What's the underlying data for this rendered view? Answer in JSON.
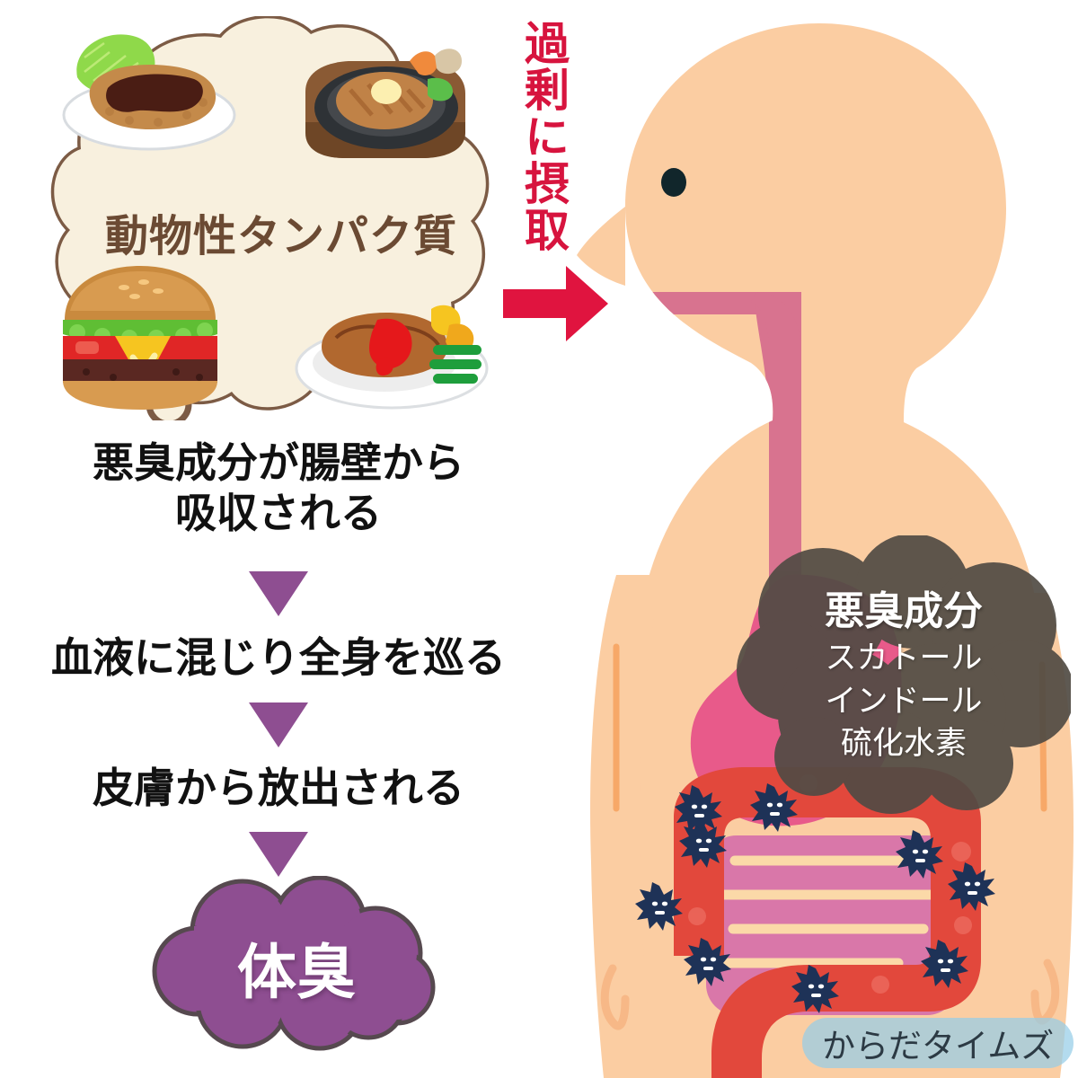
{
  "food_bubble": {
    "label": "動物性タンパク質",
    "bubble_color": "#F8F0DE",
    "outline_color": "#7C5B45",
    "text_color": "#6B4A33",
    "foods": [
      {
        "name": "tonkatsu-plate-icon",
        "label": "とんかつ"
      },
      {
        "name": "hamburg-steak-iron-plate-icon",
        "label": "ハンバーグ鉄板"
      },
      {
        "name": "cheeseburger-icon",
        "label": "ハンバーガー"
      },
      {
        "name": "hamburg-steak-plate-icon",
        "label": "ハンバーグ定食"
      }
    ]
  },
  "intake": {
    "text": "過剰に摂取",
    "arrow_icon": "right-arrow-icon",
    "color": "#D7143E"
  },
  "flow": {
    "arrow_color": "#8E4E91",
    "steps": [
      {
        "line1": "悪臭成分が腸壁から",
        "line2": "吸収される"
      },
      {
        "line1": "血液に混じり全身を巡る",
        "line2": ""
      },
      {
        "line1": "皮膚から放出される",
        "line2": ""
      }
    ],
    "arrows": [
      "down-triangle-icon",
      "down-triangle-icon",
      "down-triangle-icon"
    ]
  },
  "odor_result": {
    "label": "体臭",
    "cloud_color": "#8E4E91",
    "outline_color": "#555055",
    "text_color": "#FFFFFF"
  },
  "smell_cloud": {
    "title": "悪臭成分",
    "items": [
      "スカトール",
      "インドール",
      "硫化水素"
    ],
    "cloud_color": "#514B44",
    "text_color": "#FFFFFF"
  },
  "body": {
    "skin_color": "#FBCDA2",
    "esophagus_color": "#D8738F",
    "stomach_color": "#E85A8A",
    "large_intestine_color": "#E2483C",
    "small_intestine_color": "#D977A9",
    "germ_color": "#1E3257",
    "eye_color": "#11262B",
    "germ_icon": "germ-bacteria-icon",
    "germ_count": 9
  },
  "watermark": {
    "label": "からだタイムズ",
    "background_color": "#96CDE8"
  }
}
